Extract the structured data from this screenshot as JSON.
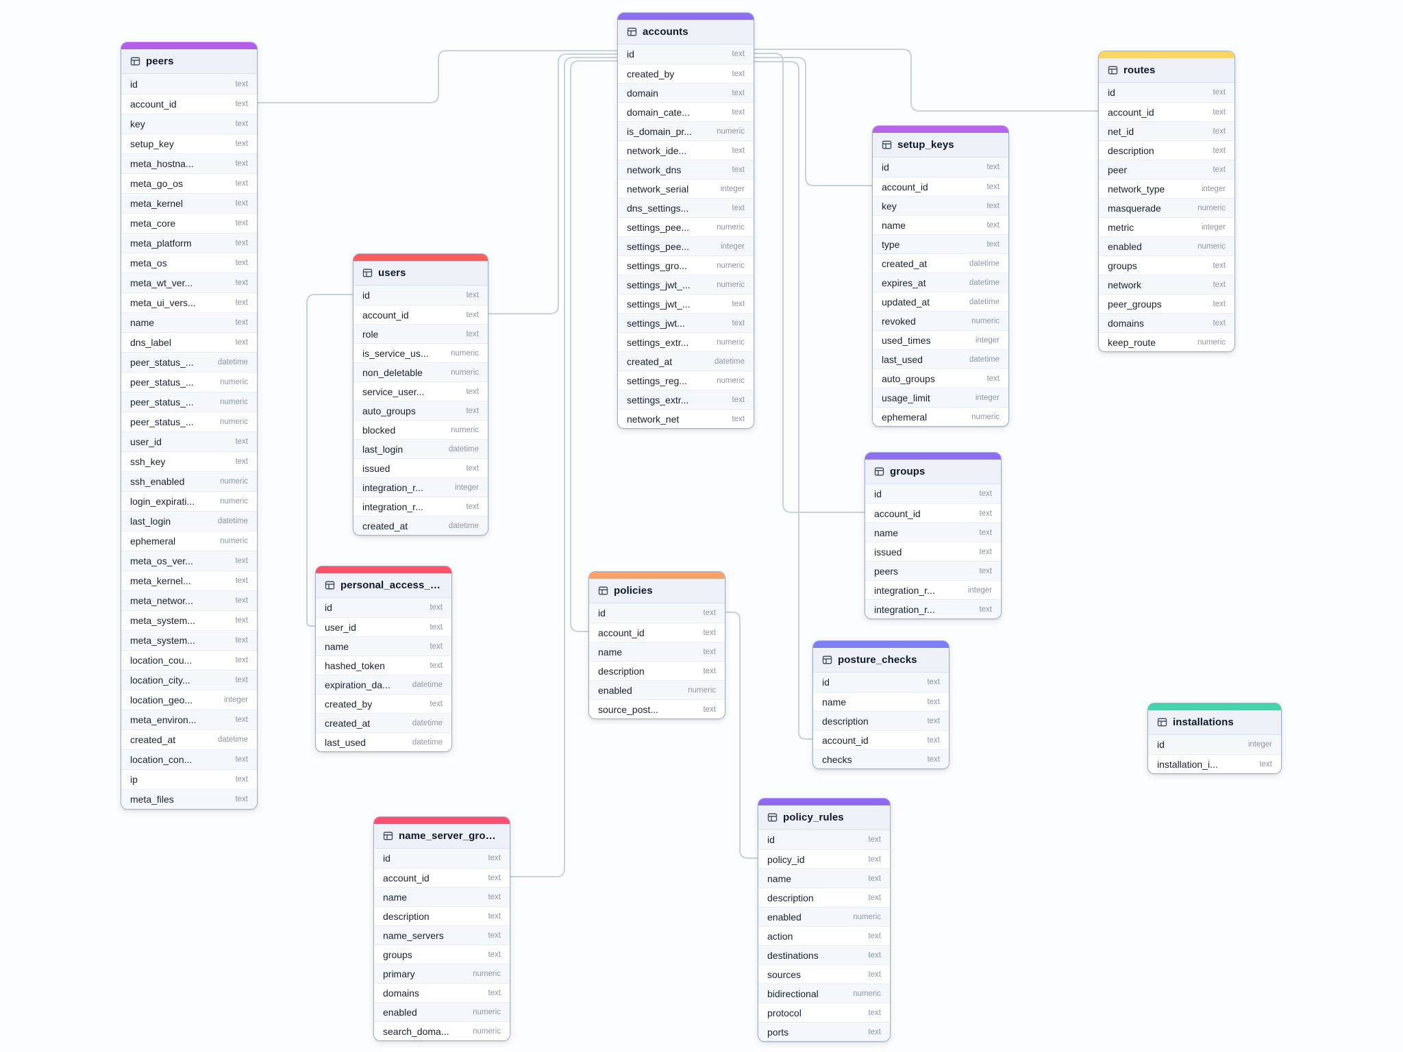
{
  "diagram": {
    "line_color": "#c7d1df",
    "header_bg": "#edf1f7",
    "tables": [
      {
        "name": "peers",
        "accent": "#b35de9",
        "fields": [
          {
            "name": "id",
            "type": "text"
          },
          {
            "name": "account_id",
            "type": "text"
          },
          {
            "name": "key",
            "type": "text"
          },
          {
            "name": "setup_key",
            "type": "text"
          },
          {
            "name": "meta_hostna...",
            "type": "text"
          },
          {
            "name": "meta_go_os",
            "type": "text"
          },
          {
            "name": "meta_kernel",
            "type": "text"
          },
          {
            "name": "meta_core",
            "type": "text"
          },
          {
            "name": "meta_platform",
            "type": "text"
          },
          {
            "name": "meta_os",
            "type": "text"
          },
          {
            "name": "meta_wt_ver...",
            "type": "text"
          },
          {
            "name": "meta_ui_vers...",
            "type": "text"
          },
          {
            "name": "name",
            "type": "text"
          },
          {
            "name": "dns_label",
            "type": "text"
          },
          {
            "name": "peer_status_...",
            "type": "datetime"
          },
          {
            "name": "peer_status_...",
            "type": "numeric"
          },
          {
            "name": "peer_status_...",
            "type": "numeric"
          },
          {
            "name": "peer_status_...",
            "type": "numeric"
          },
          {
            "name": "user_id",
            "type": "text"
          },
          {
            "name": "ssh_key",
            "type": "text"
          },
          {
            "name": "ssh_enabled",
            "type": "numeric"
          },
          {
            "name": "login_expirati...",
            "type": "numeric"
          },
          {
            "name": "last_login",
            "type": "datetime"
          },
          {
            "name": "ephemeral",
            "type": "numeric"
          },
          {
            "name": "meta_os_ver...",
            "type": "text"
          },
          {
            "name": "meta_kernel...",
            "type": "text"
          },
          {
            "name": "meta_networ...",
            "type": "text"
          },
          {
            "name": "meta_system...",
            "type": "text"
          },
          {
            "name": "meta_system...",
            "type": "text"
          },
          {
            "name": "location_cou...",
            "type": "text"
          },
          {
            "name": "location_city...",
            "type": "text"
          },
          {
            "name": "location_geo...",
            "type": "integer"
          },
          {
            "name": "meta_environ...",
            "type": "text"
          },
          {
            "name": "created_at",
            "type": "datetime"
          },
          {
            "name": "location_con...",
            "type": "text"
          },
          {
            "name": "ip",
            "type": "text"
          },
          {
            "name": "meta_files",
            "type": "text"
          }
        ]
      },
      {
        "name": "accounts",
        "accent": "#8a6ff2",
        "fields": [
          {
            "name": "id",
            "type": "text"
          },
          {
            "name": "created_by",
            "type": "text"
          },
          {
            "name": "domain",
            "type": "text"
          },
          {
            "name": "domain_cate...",
            "type": "text"
          },
          {
            "name": "is_domain_pr...",
            "type": "numeric"
          },
          {
            "name": "network_ide...",
            "type": "text"
          },
          {
            "name": "network_dns",
            "type": "text"
          },
          {
            "name": "network_serial",
            "type": "integer"
          },
          {
            "name": "dns_settings...",
            "type": "text"
          },
          {
            "name": "settings_pee...",
            "type": "numeric"
          },
          {
            "name": "settings_pee...",
            "type": "integer"
          },
          {
            "name": "settings_gro...",
            "type": "numeric"
          },
          {
            "name": "settings_jwt_...",
            "type": "numeric"
          },
          {
            "name": "settings_jwt_...",
            "type": "text"
          },
          {
            "name": "settings_jwt...",
            "type": "text"
          },
          {
            "name": "settings_extr...",
            "type": "numeric"
          },
          {
            "name": "created_at",
            "type": "datetime"
          },
          {
            "name": "settings_reg...",
            "type": "numeric"
          },
          {
            "name": "settings_extr...",
            "type": "text"
          },
          {
            "name": "network_net",
            "type": "text"
          }
        ]
      },
      {
        "name": "users",
        "accent": "#f85e5e",
        "fields": [
          {
            "name": "id",
            "type": "text"
          },
          {
            "name": "account_id",
            "type": "text"
          },
          {
            "name": "role",
            "type": "text"
          },
          {
            "name": "is_service_us...",
            "type": "numeric"
          },
          {
            "name": "non_deletable",
            "type": "numeric"
          },
          {
            "name": "service_user...",
            "type": "text"
          },
          {
            "name": "auto_groups",
            "type": "text"
          },
          {
            "name": "blocked",
            "type": "numeric"
          },
          {
            "name": "last_login",
            "type": "datetime"
          },
          {
            "name": "issued",
            "type": "text"
          },
          {
            "name": "integration_r...",
            "type": "integer"
          },
          {
            "name": "integration_r...",
            "type": "text"
          },
          {
            "name": "created_at",
            "type": "datetime"
          }
        ]
      },
      {
        "name": "personal_access_tokens",
        "accent": "#fa5069",
        "fields": [
          {
            "name": "id",
            "type": "text"
          },
          {
            "name": "user_id",
            "type": "text"
          },
          {
            "name": "name",
            "type": "text"
          },
          {
            "name": "hashed_token",
            "type": "text"
          },
          {
            "name": "expiration_da...",
            "type": "datetime"
          },
          {
            "name": "created_by",
            "type": "text"
          },
          {
            "name": "created_at",
            "type": "datetime"
          },
          {
            "name": "last_used",
            "type": "datetime"
          }
        ]
      },
      {
        "name": "name_server_groups",
        "accent": "#fa4f73",
        "fields": [
          {
            "name": "id",
            "type": "text"
          },
          {
            "name": "account_id",
            "type": "text"
          },
          {
            "name": "name",
            "type": "text"
          },
          {
            "name": "description",
            "type": "text"
          },
          {
            "name": "name_servers",
            "type": "text"
          },
          {
            "name": "groups",
            "type": "text"
          },
          {
            "name": "primary",
            "type": "numeric"
          },
          {
            "name": "domains",
            "type": "text"
          },
          {
            "name": "enabled",
            "type": "numeric"
          },
          {
            "name": "search_doma...",
            "type": "numeric"
          }
        ]
      },
      {
        "name": "policies",
        "accent": "#f9a16a",
        "fields": [
          {
            "name": "id",
            "type": "text"
          },
          {
            "name": "account_id",
            "type": "text"
          },
          {
            "name": "name",
            "type": "text"
          },
          {
            "name": "description",
            "type": "text"
          },
          {
            "name": "enabled",
            "type": "numeric"
          },
          {
            "name": "source_post...",
            "type": "text"
          }
        ]
      },
      {
        "name": "policy_rules",
        "accent": "#8f6af0",
        "fields": [
          {
            "name": "id",
            "type": "text"
          },
          {
            "name": "policy_id",
            "type": "text"
          },
          {
            "name": "name",
            "type": "text"
          },
          {
            "name": "description",
            "type": "text"
          },
          {
            "name": "enabled",
            "type": "numeric"
          },
          {
            "name": "action",
            "type": "text"
          },
          {
            "name": "destinations",
            "type": "text"
          },
          {
            "name": "sources",
            "type": "text"
          },
          {
            "name": "bidirectional",
            "type": "numeric"
          },
          {
            "name": "protocol",
            "type": "text"
          },
          {
            "name": "ports",
            "type": "text"
          }
        ]
      },
      {
        "name": "setup_keys",
        "accent": "#b763ec",
        "fields": [
          {
            "name": "id",
            "type": "text"
          },
          {
            "name": "account_id",
            "type": "text"
          },
          {
            "name": "key",
            "type": "text"
          },
          {
            "name": "name",
            "type": "text"
          },
          {
            "name": "type",
            "type": "text"
          },
          {
            "name": "created_at",
            "type": "datetime"
          },
          {
            "name": "expires_at",
            "type": "datetime"
          },
          {
            "name": "updated_at",
            "type": "datetime"
          },
          {
            "name": "revoked",
            "type": "numeric"
          },
          {
            "name": "used_times",
            "type": "integer"
          },
          {
            "name": "last_used",
            "type": "datetime"
          },
          {
            "name": "auto_groups",
            "type": "text"
          },
          {
            "name": "usage_limit",
            "type": "integer"
          },
          {
            "name": "ephemeral",
            "type": "numeric"
          }
        ]
      },
      {
        "name": "groups",
        "accent": "#8a6ff2",
        "fields": [
          {
            "name": "id",
            "type": "text"
          },
          {
            "name": "account_id",
            "type": "text"
          },
          {
            "name": "name",
            "type": "text"
          },
          {
            "name": "issued",
            "type": "text"
          },
          {
            "name": "peers",
            "type": "text"
          },
          {
            "name": "integration_r...",
            "type": "integer"
          },
          {
            "name": "integration_r...",
            "type": "text"
          }
        ]
      },
      {
        "name": "posture_checks",
        "accent": "#7d7ff3",
        "fields": [
          {
            "name": "id",
            "type": "text"
          },
          {
            "name": "name",
            "type": "text"
          },
          {
            "name": "description",
            "type": "text"
          },
          {
            "name": "account_id",
            "type": "text"
          },
          {
            "name": "checks",
            "type": "text"
          }
        ]
      },
      {
        "name": "routes",
        "accent": "#fbd762",
        "fields": [
          {
            "name": "id",
            "type": "text"
          },
          {
            "name": "account_id",
            "type": "text"
          },
          {
            "name": "net_id",
            "type": "text"
          },
          {
            "name": "description",
            "type": "text"
          },
          {
            "name": "peer",
            "type": "text"
          },
          {
            "name": "network_type",
            "type": "integer"
          },
          {
            "name": "masquerade",
            "type": "numeric"
          },
          {
            "name": "metric",
            "type": "integer"
          },
          {
            "name": "enabled",
            "type": "numeric"
          },
          {
            "name": "groups",
            "type": "text"
          },
          {
            "name": "network",
            "type": "text"
          },
          {
            "name": "peer_groups",
            "type": "text"
          },
          {
            "name": "domains",
            "type": "text"
          },
          {
            "name": "keep_route",
            "type": "numeric"
          }
        ]
      },
      {
        "name": "installations",
        "accent": "#45d3aa",
        "fields": [
          {
            "name": "id",
            "type": "integer"
          },
          {
            "name": "installation_i...",
            "type": "text"
          }
        ]
      }
    ],
    "relations": [
      {
        "from": "peers.account_id",
        "to": "accounts.id"
      },
      {
        "from": "users.account_id",
        "to": "accounts.id"
      },
      {
        "from": "name_server_groups.account_id",
        "to": "accounts.id"
      },
      {
        "from": "personal_access_tokens.user_id",
        "to": "users.id"
      },
      {
        "from": "policies.account_id",
        "to": "accounts.id"
      },
      {
        "from": "setup_keys.account_id",
        "to": "accounts.id"
      },
      {
        "from": "groups.account_id",
        "to": "accounts.id"
      },
      {
        "from": "posture_checks.account_id",
        "to": "accounts.id"
      },
      {
        "from": "routes.account_id",
        "to": "accounts.id"
      },
      {
        "from": "policy_rules.policy_id",
        "to": "policies.id"
      }
    ]
  }
}
